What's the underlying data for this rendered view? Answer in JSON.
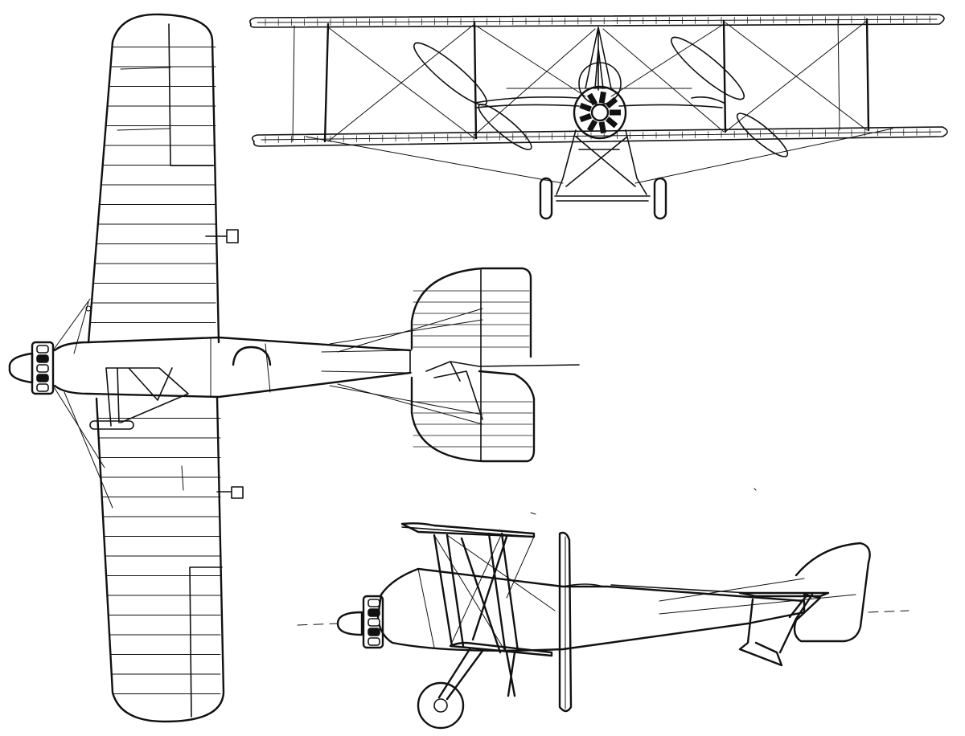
{
  "drawing": {
    "type": "three-view line drawing",
    "views": [
      "front",
      "top",
      "side"
    ],
    "colors": {
      "ink": "#111111",
      "paper": "#ffffff"
    },
    "top_view": {
      "wing_ribs": 30,
      "tailplane_ribs": 12
    },
    "front_view": {
      "engine_cylinders": 9,
      "interplane_strut_bays": 2
    },
    "side_view": {
      "wheels": 1
    }
  }
}
